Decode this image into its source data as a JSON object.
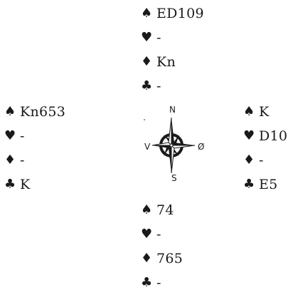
{
  "suits": {
    "spades": "♠",
    "hearts": "♥",
    "diamonds": "♦",
    "clubs": "♣"
  },
  "hands": {
    "north": {
      "spades": "ED109",
      "hearts": "-",
      "diamonds": "Kn",
      "clubs": "-"
    },
    "west": {
      "spades": "Kn653",
      "hearts": "-",
      "diamonds": "-",
      "clubs": "K"
    },
    "east": {
      "spades": "K",
      "hearts": "D10",
      "diamonds": "-",
      "clubs": "E5"
    },
    "south": {
      "spades": "74",
      "hearts": "-",
      "diamonds": "765",
      "clubs": "-"
    }
  },
  "compass": {
    "north": "N",
    "south": "S",
    "west": "V",
    "east": "Ø"
  }
}
